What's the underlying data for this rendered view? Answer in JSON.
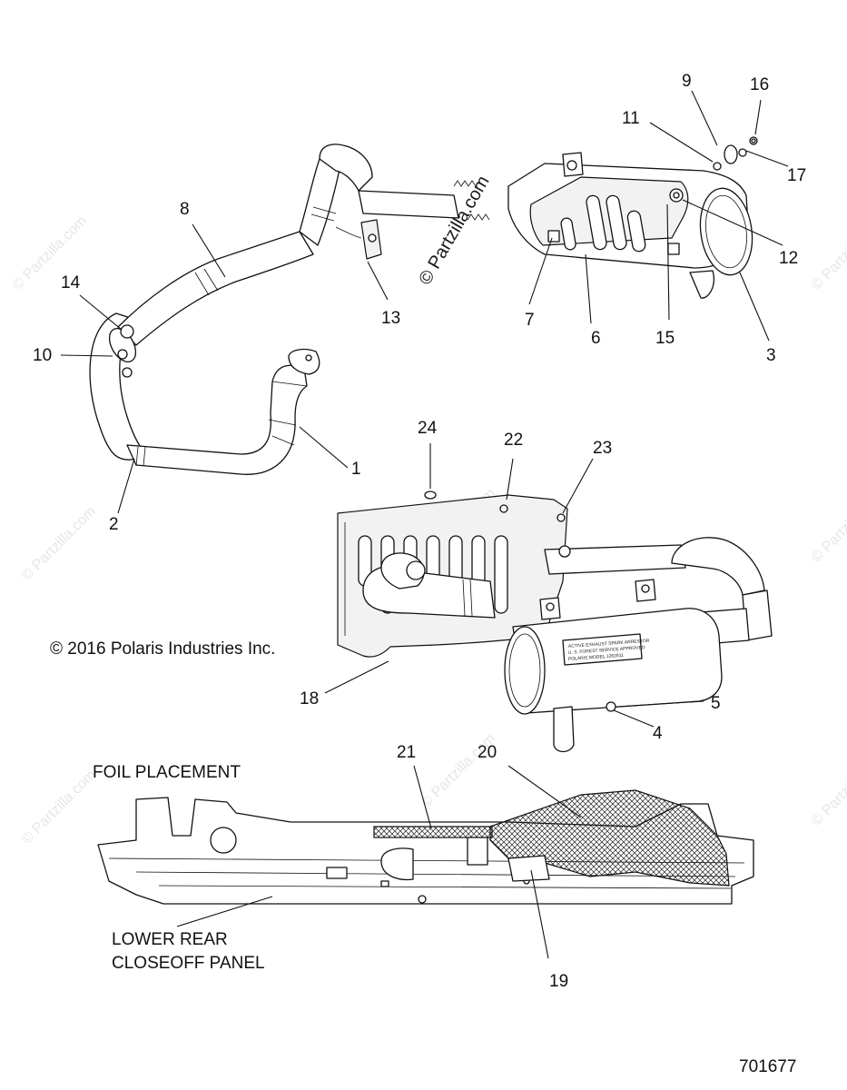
{
  "copyright": "© 2016 Polaris Industries Inc.",
  "foil_heading": "FOIL PLACEMENT",
  "panel_label_line1": "LOWER REAR",
  "panel_label_line2": "CLOSEOFF PANEL",
  "diagram_number": "701677",
  "watermark_center": "© Partzilla.com",
  "watermark_faint": "© Partzilla.com",
  "muffler_plate_lines": [
    "ACTIVE EXHAUST SPARK ARRESTOR",
    "U. S. FOREST SERVICE APPROVED",
    "POLARIS MODEL 1262811"
  ],
  "callouts": {
    "c1": "1",
    "c2": "2",
    "c3": "3",
    "c4": "4",
    "c5": "5",
    "c6": "6",
    "c7": "7",
    "c8": "8",
    "c9": "9",
    "c10": "10",
    "c11": "11",
    "c12": "12",
    "c13": "13",
    "c14": "14",
    "c15": "15",
    "c16": "16",
    "c17": "17",
    "c18": "18",
    "c19": "19",
    "c20": "20",
    "c21": "21",
    "c22": "22",
    "c23": "23",
    "c24": "24"
  }
}
